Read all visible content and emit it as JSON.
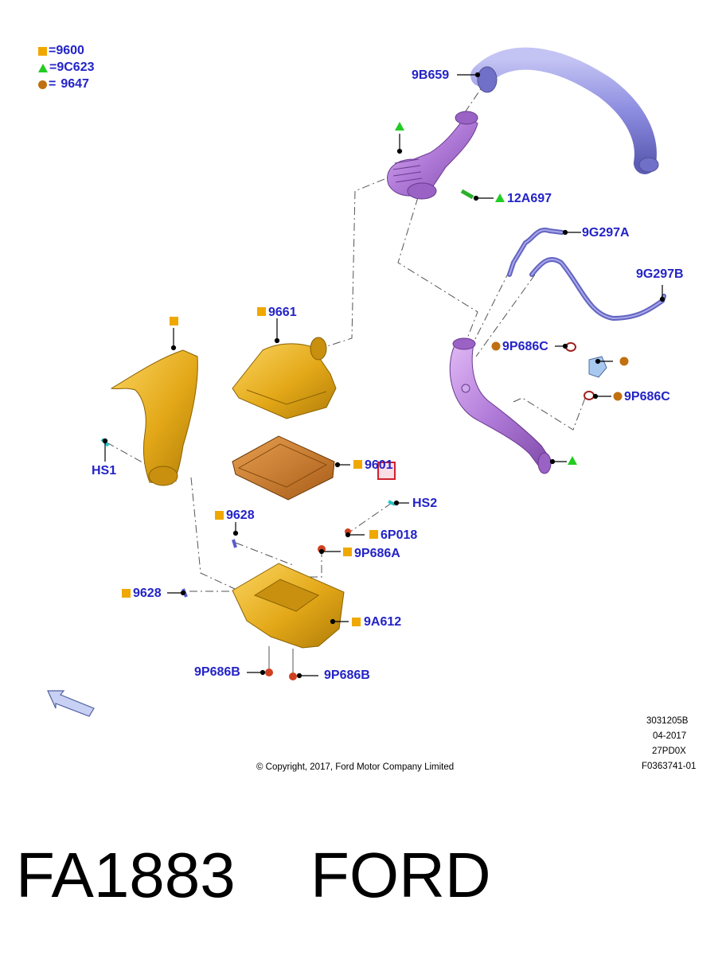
{
  "legend": [
    {
      "symbol": "square",
      "eq": "=",
      "code": "9600"
    },
    {
      "symbol": "triangle",
      "eq": "=",
      "code": "9C623"
    },
    {
      "symbol": "circle",
      "eq": "=",
      "code": "9647"
    }
  ],
  "callouts": {
    "c_9b659": "9B659",
    "c_12a697": "12A697",
    "c_9g297a": "9G297A",
    "c_9g297b": "9G297B",
    "c_9661": "9661",
    "c_9p686c_1": "9P686C",
    "c_9p686c_2": "9P686C",
    "c_hs1": "HS1",
    "c_9601": "9601",
    "c_hs2": "HS2",
    "c_9628_1": "9628",
    "c_6p018": "6P018",
    "c_9p686a": "9P686A",
    "c_9628_2": "9628",
    "c_9a612": "9A612",
    "c_9p686b_1": "9P686B",
    "c_9p686b_2": "9P686B"
  },
  "meta": {
    "ref1": "3031205B",
    "ref2": "04-2017",
    "ref3": "27PD0X",
    "ref4": "F0363741-01",
    "copyright": "© Copyright, 2017, Ford Motor Company Limited"
  },
  "footer": {
    "part_number": "FA1883",
    "brand": "FORD"
  },
  "colors": {
    "label": "#2323c8",
    "square": "#f0a800",
    "triangle": "#22cc22",
    "circle": "#c07010",
    "housing": "#e8b020",
    "filter": "#c87828",
    "duct_purple": "#b07ad8",
    "duct_blue": "#8c8ce0"
  }
}
